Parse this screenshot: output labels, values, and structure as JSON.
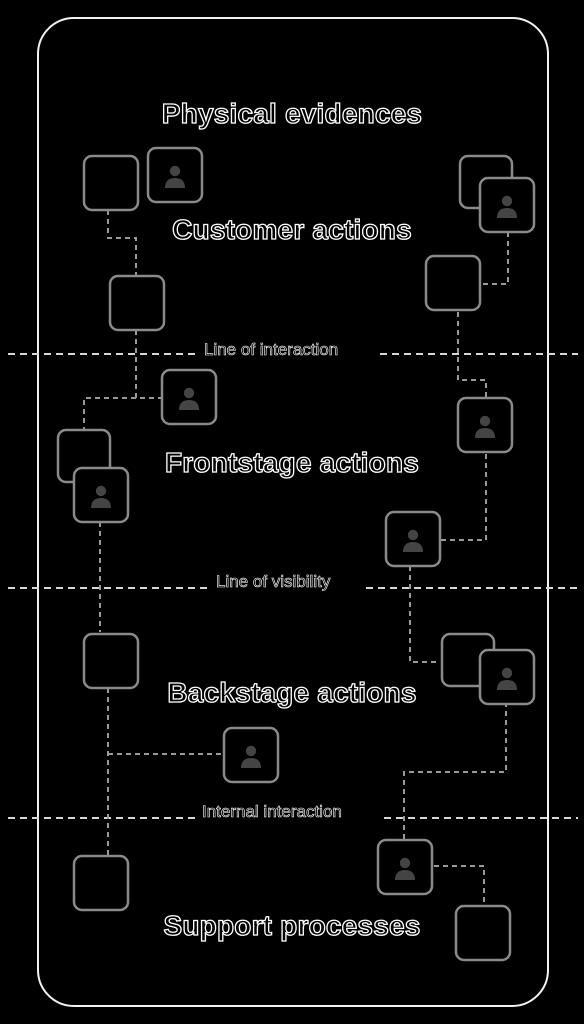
{
  "layers": {
    "physical_evidences": "Physical evidences",
    "customer_actions": "Customer actions",
    "frontstage_actions": "Frontstage actions",
    "backstage_actions": "Backstage actions",
    "support_processes": "Support processes"
  },
  "lines": {
    "interaction": "Line of interaction",
    "visibility": "Line of visibility",
    "internal": "Internal interaction"
  },
  "colors": {
    "background": "#000000",
    "frame_stroke": "#f2f2f2",
    "box_stroke": "#8a8a8a",
    "icon_fill": "#444444",
    "text_outline": "#ffffff"
  },
  "icons": {
    "person": "person-icon"
  }
}
